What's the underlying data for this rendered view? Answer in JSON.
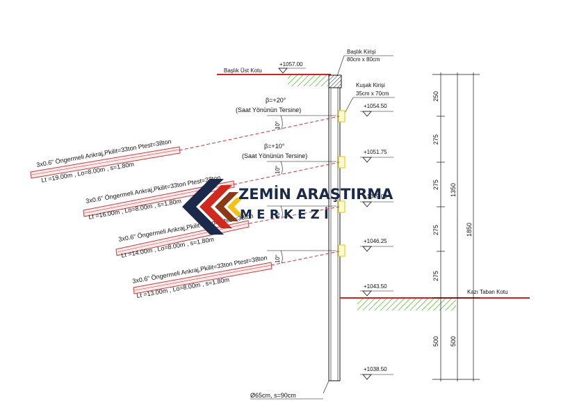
{
  "header": {
    "baslik_ust_kotu": "Başlık Üst Kotu",
    "top_elevation": "+1057.00",
    "cap_beam_title": "Başlık Kirişi",
    "cap_beam_size": "80cm x 80cm",
    "waler_title": "Kuşak Kirişi",
    "waler_size": "35cm x 70cm"
  },
  "levels": [
    "+1054.50",
    "+1051.75",
    "+1049.00",
    "+1046.25",
    "+1043.50",
    "+1038.50"
  ],
  "angles": [
    {
      "beta": "β=+20°",
      "dir": "(Saat Yönünün Tersine)"
    },
    {
      "beta": "β=+10°",
      "dir": "(Saat Yönünün Tersine)"
    }
  ],
  "incline_label": "10°",
  "anchors": [
    {
      "line1": "3x0.6\"  Öngermeli Ankraj,Pkilit=33ton Ptest=38ton",
      "line2": "Lt =19.00m , Lo=8.00m , s=1.80m"
    },
    {
      "line1": "3x0.6\"  Öngermeli Ankraj,Pkilit=33ton Ptest=38ton",
      "line2": "Lt =16.00m , Lo=8.00m , s=1.80m"
    },
    {
      "line1": "3x0.6\"  Öngermeli Ankraj,Pkilit=33ton Ptest=38ton",
      "line2": "Lt =14.00m , Lo=8.00m , s=1.80m"
    },
    {
      "line1": "3x0.6\"  Öngermeli Ankraj,Pkilit=33ton Ptest=38ton",
      "line2": "Lt =13.00m , Lo=8.00m , s=1.80m"
    }
  ],
  "dimensions": {
    "seg": [
      "250",
      "275",
      "275",
      "275",
      "275",
      "500"
    ],
    "total_1350": "1350",
    "total_1850": "1850",
    "seg_500b": "500"
  },
  "kazi_taban_kotu": "Kazı Taban Kotu",
  "pile_label": "Ø65cm, s=90cm",
  "logo": {
    "line1": "ZEMİN ARAŞTIRMA",
    "line2": "M  E  R  K  E  Z  İ"
  },
  "colors": {
    "red": "#d62020",
    "anchor": "#c83c3c",
    "green": "#5bbf3c",
    "yellow": "#f2e23a",
    "navy": "#1b2a4a"
  }
}
